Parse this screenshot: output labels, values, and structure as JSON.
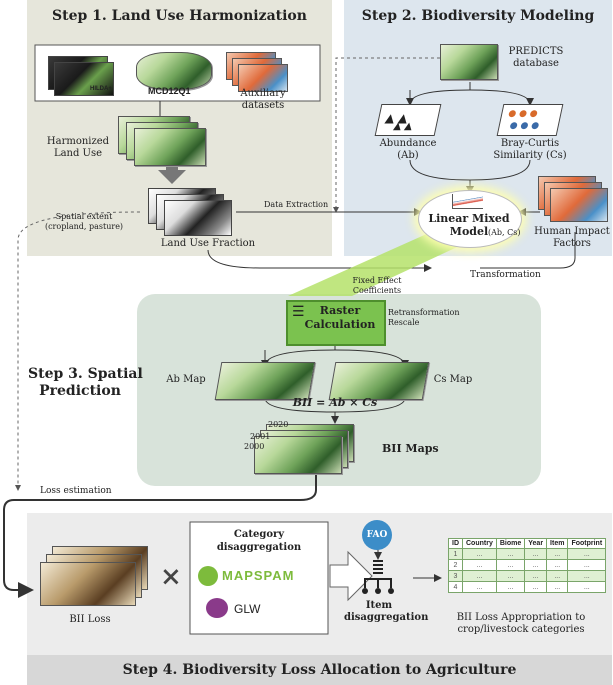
{
  "step1": {
    "title": "Step 1. Land Use Harmonization",
    "hilda": "HILDA+",
    "mcd": "MCD12Q1",
    "aux": "Auxiliary datasets",
    "harmonized": "Harmonized\nLand Use",
    "spatial_extent": "Spatial extent\n(cropland, pasture)",
    "land_use_fraction": "Land Use Fraction",
    "data_extraction": "Data Extraction"
  },
  "step2": {
    "title": "Step 2. Biodiversity Modeling",
    "predicts": "PREDICTS\ndatabase",
    "abundance": "Abundance\n(Ab)",
    "bray": "Bray-Curtis\nSimilarity (Cs)",
    "lmm": "Linear Mixed\nModel",
    "lmm_sub": "(Ab, Cs)",
    "human": "Human Impact\nFactors",
    "transformation": "Transformation"
  },
  "step3": {
    "title": "Step 3. Spatial\nPrediction",
    "fixed": "Fixed Effect\nCoefficients",
    "raster": "Raster\nCalculation",
    "retrans": "Retransformation\nRescale",
    "ab_map": "Ab Map",
    "cs_map": "Cs Map",
    "formula": "BII = Ab × Cs",
    "year2020": "2020",
    "year2001": "2001",
    "year2000": "2000",
    "bii_maps": "BII Maps",
    "loss_est": "Loss estimation"
  },
  "step4": {
    "title": "Step 4. Biodiversity Loss Allocation to Agriculture",
    "bii_loss": "BII Loss",
    "times": "×",
    "category": "Category\ndisaggregation",
    "mapspam": "MAPSPAM",
    "glw": "GLW",
    "fao": "FAO",
    "item": "Item\ndisaggregation",
    "appropriation": "BII Loss Appropriation to\ncrop/livestock categories",
    "table_headers": [
      "ID",
      "Country",
      "Biome",
      "Year",
      "Item",
      "Footprint"
    ],
    "table_rows": [
      [
        "1",
        "...",
        "...",
        "...",
        "...",
        "..."
      ],
      [
        "2",
        "...",
        "...",
        "...",
        "...",
        "..."
      ],
      [
        "3",
        "...",
        "...",
        "...",
        "...",
        "..."
      ],
      [
        "4",
        "...",
        "...",
        "...",
        "...",
        "..."
      ]
    ]
  },
  "colors": {
    "raster_green": "#7bc24f",
    "panel_step2": "#dde6ee",
    "panel_step3": "#d8e3da"
  }
}
